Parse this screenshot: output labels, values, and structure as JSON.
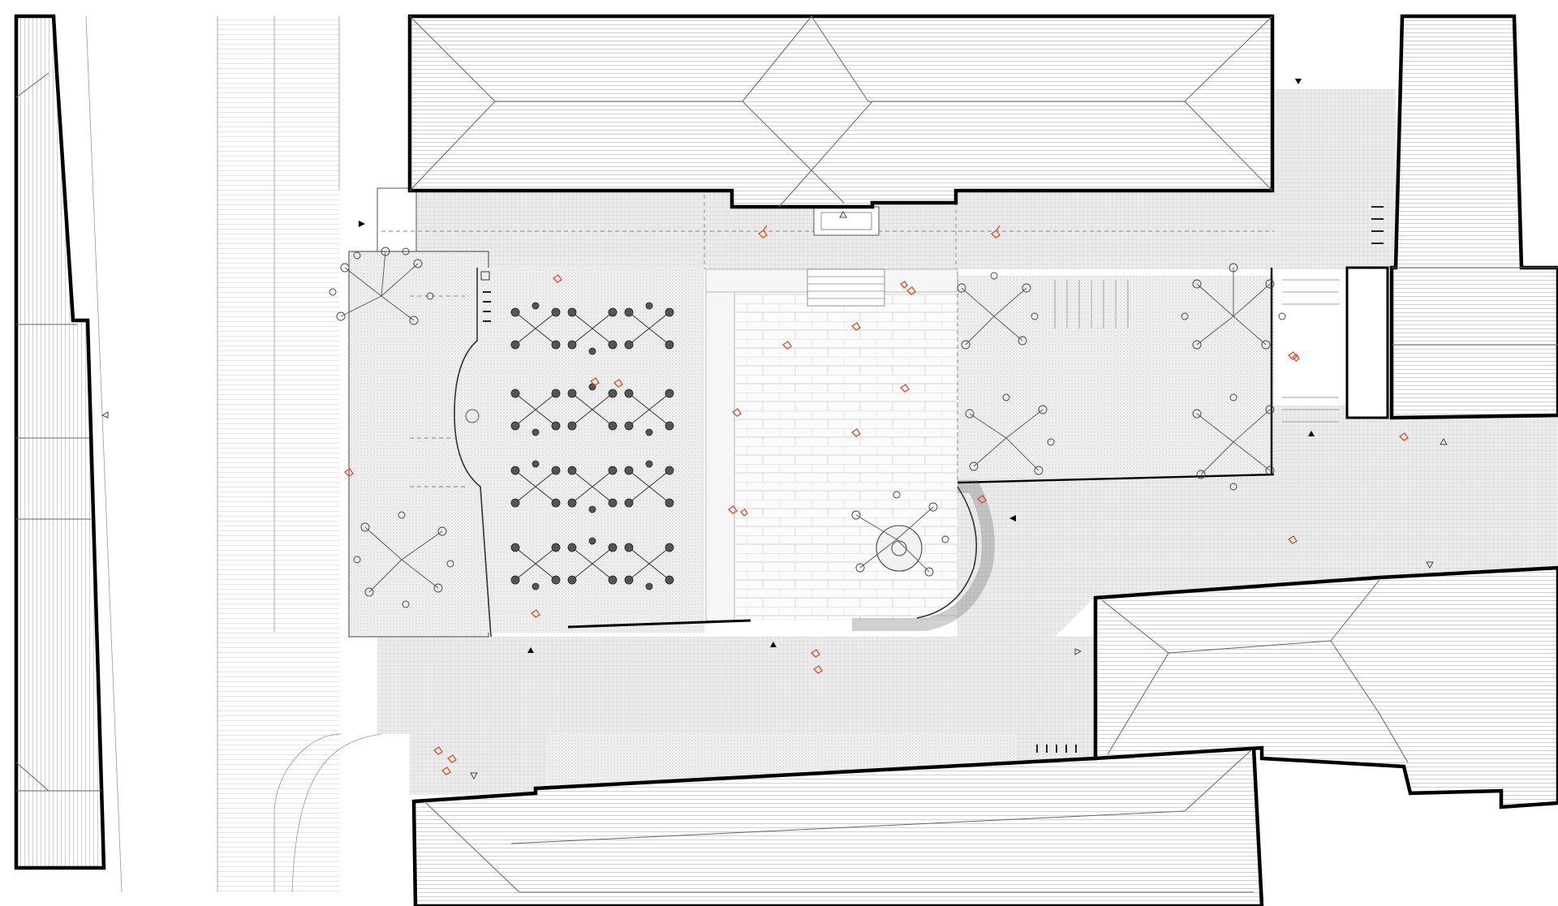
{
  "drawing": {
    "type": "urban site plan",
    "palette": {
      "ink": "#000000",
      "roof_hatch": "#b8b8b8",
      "paving": "#dedede",
      "people": "#d2502a",
      "tree": "#444444"
    },
    "people_count": 26,
    "tree_count": 13,
    "icons": [
      "entrance-arrow-icon",
      "level-marker-icon",
      "bollard-icon"
    ]
  }
}
